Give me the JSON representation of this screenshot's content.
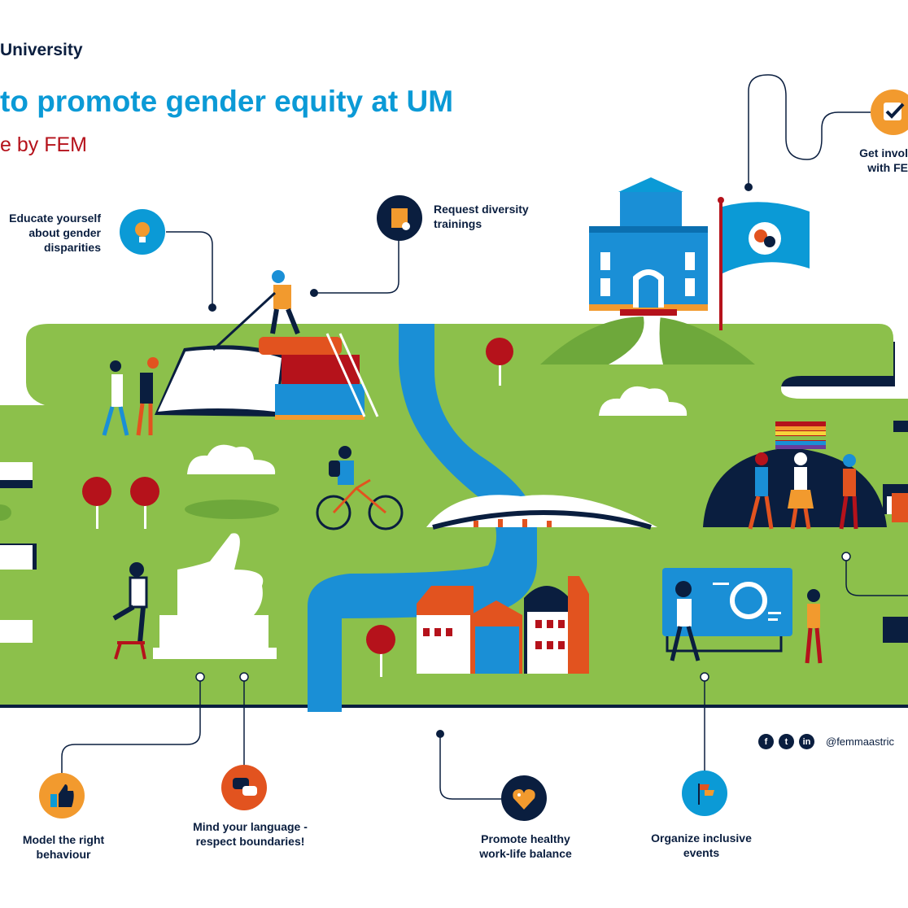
{
  "header": {
    "brand": "University",
    "title": "to promote gender equity at UM",
    "subtitle": "e by FEM"
  },
  "tips": [
    {
      "id": "educate",
      "label": "Educate yourself about gender disparities",
      "icon": "lightbulb-icon",
      "color": "#0b9ad6"
    },
    {
      "id": "trainings",
      "label": "Request diversity trainings",
      "icon": "certificate-icon",
      "color": "#0a1e3f"
    },
    {
      "id": "get-involved",
      "label": "Get invol with FE",
      "icon": "checkbox-icon",
      "color": "#f29a2e"
    },
    {
      "id": "model",
      "label": "Model the right behaviour",
      "icon": "thumbs-up-icon",
      "color": "#f29a2e"
    },
    {
      "id": "language",
      "label": "Mind your language - respect boundaries!",
      "icon": "speech-bubbles-icon",
      "color": "#e2531f"
    },
    {
      "id": "balance",
      "label": "Promote healthy work-life balance",
      "icon": "heart-icon",
      "color": "#0a1e3f"
    },
    {
      "id": "events",
      "label": "Organize inclusive events",
      "icon": "flags-icon",
      "color": "#0b9ad6"
    }
  ],
  "social": {
    "handle": "@femmaastric",
    "icons": [
      "facebook-icon",
      "twitter-icon",
      "linkedin-icon"
    ],
    "glyphs": {
      "facebook": "f",
      "twitter": "t",
      "linkedin": "in"
    }
  },
  "colors": {
    "navy": "#0a1e3f",
    "blue": "#0b9ad6",
    "green": "#8cc04b",
    "orange": "#f29a2e",
    "red": "#b5121b"
  }
}
